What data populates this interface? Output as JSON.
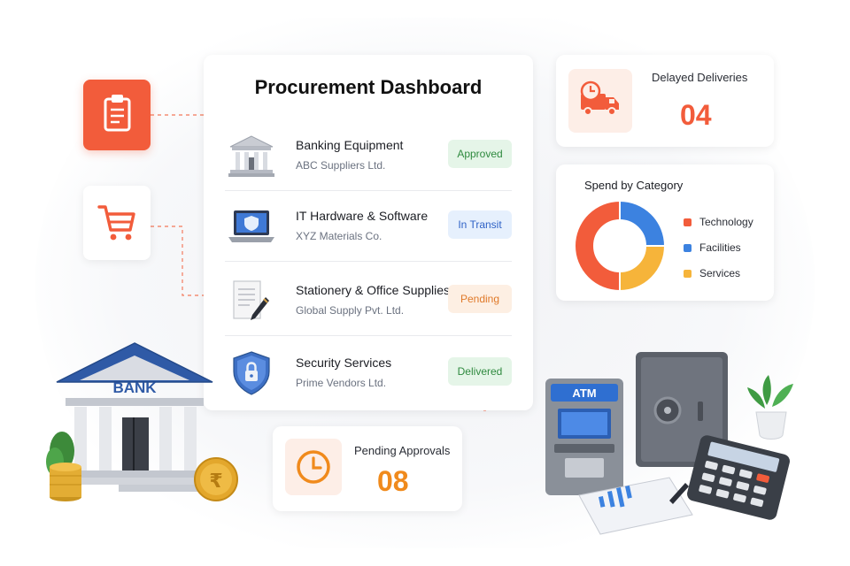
{
  "dashboard": {
    "title": "Procurement Dashboard",
    "items": [
      {
        "name": "Banking Equipment",
        "supplier": "ABC Suppliers Ltd.",
        "status": "Approved",
        "icon": "bank-building-icon"
      },
      {
        "name": "IT Hardware & Software",
        "supplier": "XYZ Materials Co.",
        "status": "In Transit",
        "icon": "laptop-shield-icon"
      },
      {
        "name": "Stationery & Office Supplies",
        "supplier": "Global Supply Pvt. Ltd.",
        "status": "Pending",
        "icon": "document-pen-icon"
      },
      {
        "name": "Security Services",
        "supplier": "Prime Vendors Ltd.",
        "status": "Delivered",
        "icon": "shield-lock-icon"
      }
    ]
  },
  "delayed_deliveries": {
    "label": "Delayed Deliveries",
    "value": "04",
    "icon": "delivery-truck-clock-icon"
  },
  "pending_approvals": {
    "label": "Pending Approvals",
    "value": "08",
    "icon": "clock-icon"
  },
  "spend": {
    "title": "Spend by Category",
    "legend": [
      {
        "label": "Technology",
        "color": "#f25c3b"
      },
      {
        "label": "Facilities",
        "color": "#3c82e0"
      },
      {
        "label": "Services",
        "color": "#f6b43a"
      }
    ]
  },
  "illustration": {
    "bank_sign": "BANK",
    "atm_sign": "ATM",
    "coin_symbol": "₹"
  },
  "colors": {
    "accent": "#f25c3b",
    "approved": "#2f8a3f",
    "in_transit": "#2f62c6",
    "pending": "#e07a2a",
    "value_orange": "#f25c3b",
    "value_amber": "#f08a1c"
  },
  "chart_data": {
    "type": "pie",
    "title": "Spend by Category",
    "categories": [
      "Technology",
      "Facilities",
      "Services"
    ],
    "values": [
      50,
      25,
      25
    ],
    "legend": "right",
    "donut": true
  }
}
